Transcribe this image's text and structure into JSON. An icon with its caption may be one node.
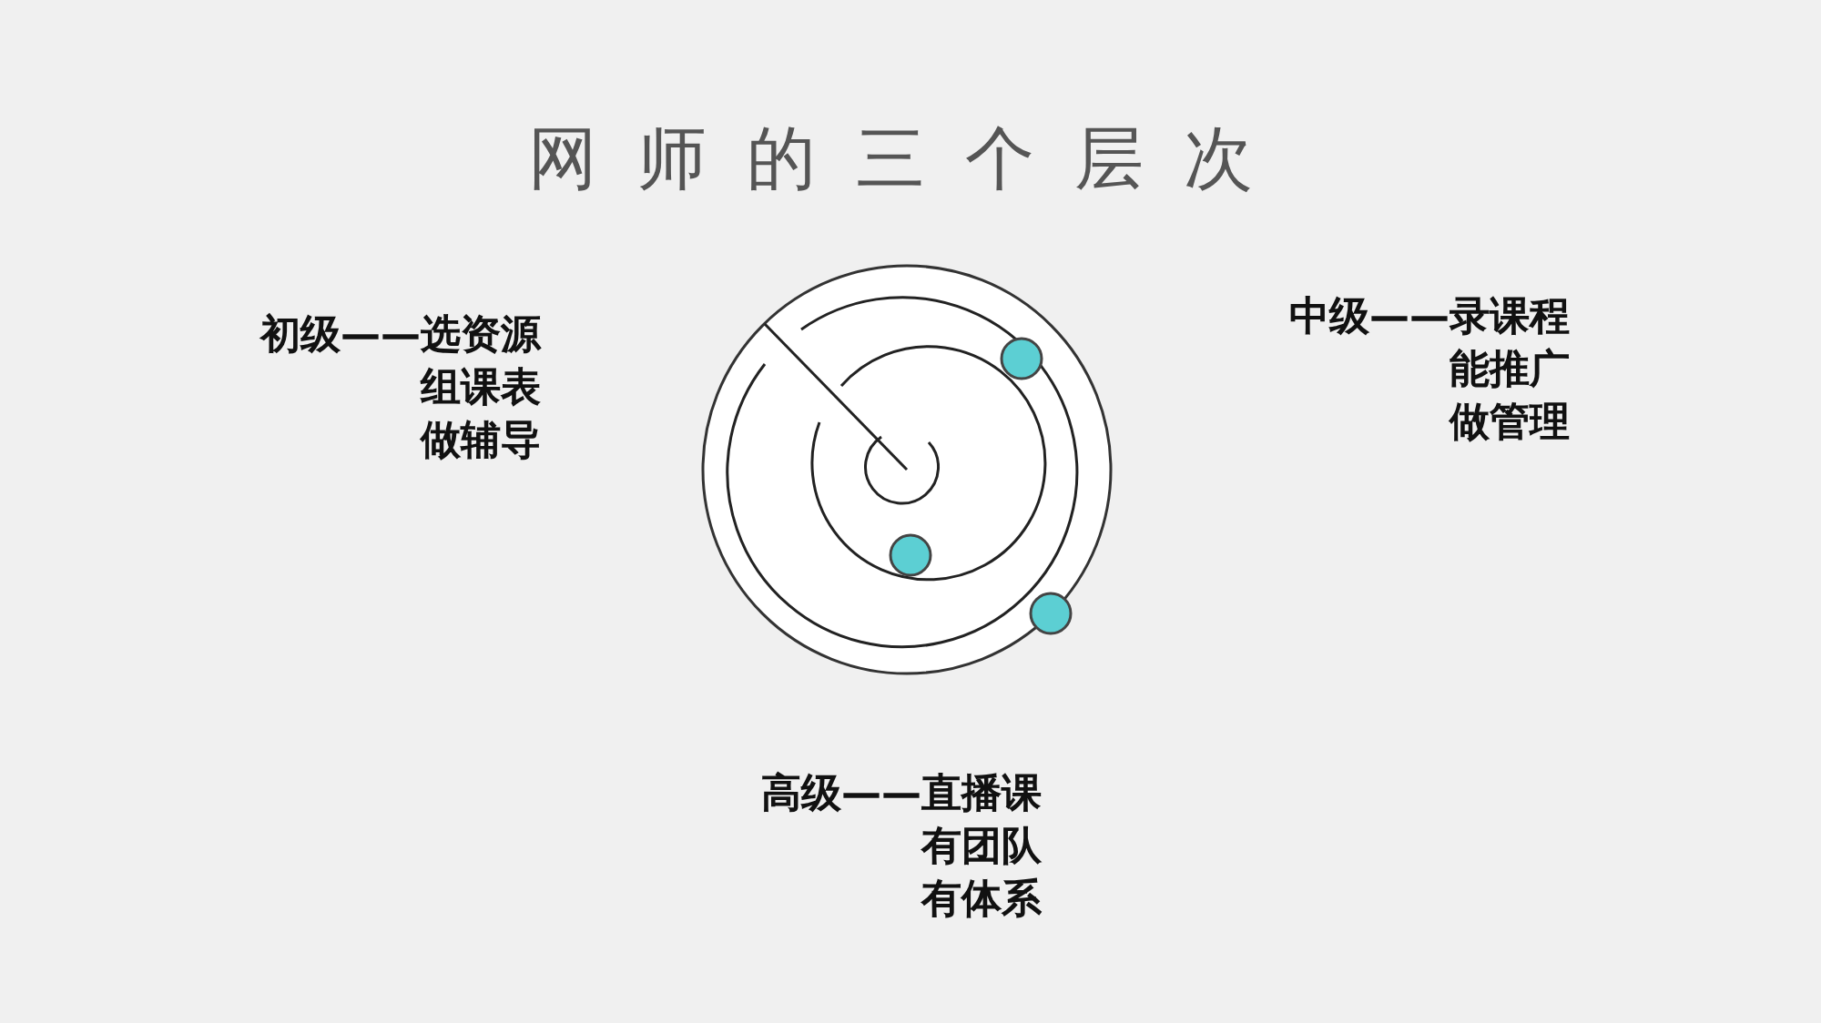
{
  "diagram": {
    "title": "网师的三个层次",
    "labels": [
      "初级——选资源",
      "组课表",
      "做辅导",
      "中级——录课程",
      "能推广",
      "做管理",
      "高级——直播课",
      "有团队",
      "有体系"
    ]
  }
}
